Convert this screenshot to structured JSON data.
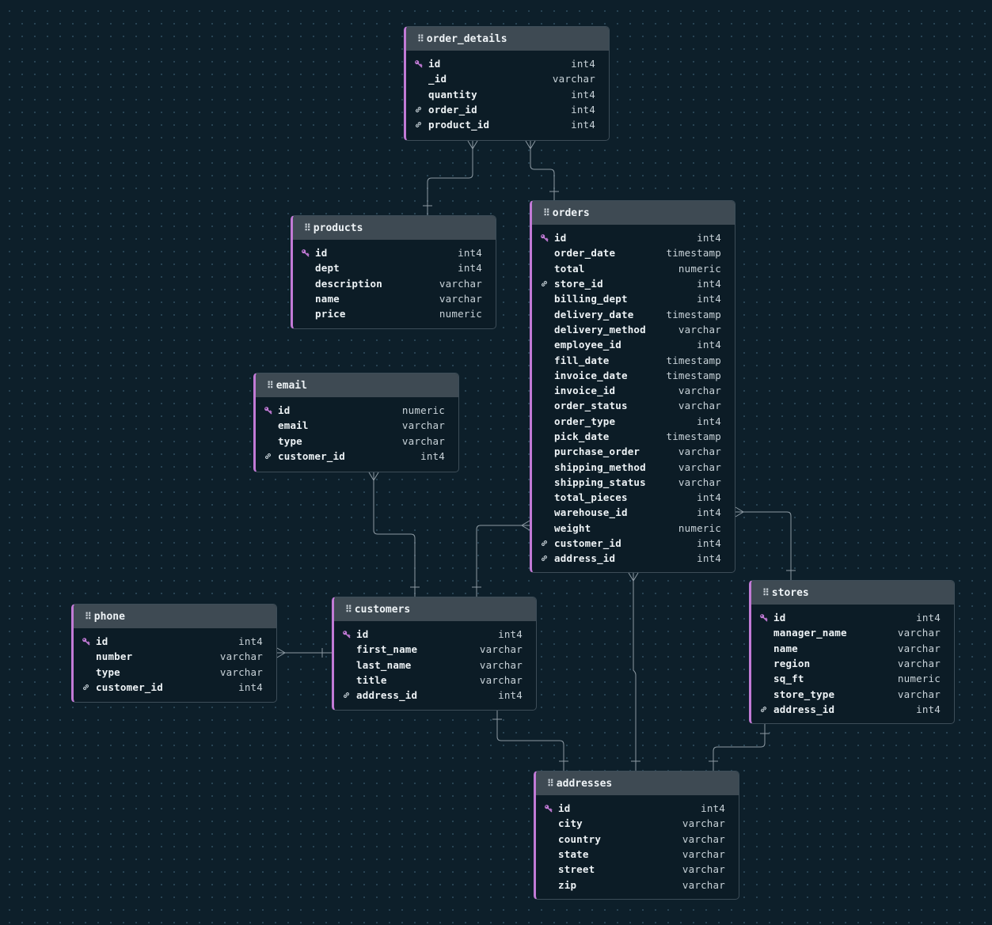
{
  "tables": {
    "order_details": {
      "name": "order_details",
      "fields": [
        {
          "name": "id",
          "type": "int4",
          "icon": "key-icon"
        },
        {
          "name": "_id",
          "type": "varchar",
          "icon": ""
        },
        {
          "name": "quantity",
          "type": "int4",
          "icon": ""
        },
        {
          "name": "order_id",
          "type": "int4",
          "icon": "link-icon"
        },
        {
          "name": "product_id",
          "type": "int4",
          "icon": "link-icon"
        }
      ]
    },
    "products": {
      "name": "products",
      "fields": [
        {
          "name": "id",
          "type": "int4",
          "icon": "key-icon"
        },
        {
          "name": "dept",
          "type": "int4",
          "icon": ""
        },
        {
          "name": "description",
          "type": "varchar",
          "icon": ""
        },
        {
          "name": "name",
          "type": "varchar",
          "icon": ""
        },
        {
          "name": "price",
          "type": "numeric",
          "icon": ""
        }
      ]
    },
    "orders": {
      "name": "orders",
      "fields": [
        {
          "name": "id",
          "type": "int4",
          "icon": "key-icon"
        },
        {
          "name": "order_date",
          "type": "timestamp",
          "icon": ""
        },
        {
          "name": "total",
          "type": "numeric",
          "icon": ""
        },
        {
          "name": "store_id",
          "type": "int4",
          "icon": "link-icon"
        },
        {
          "name": "billing_dept",
          "type": "int4",
          "icon": ""
        },
        {
          "name": "delivery_date",
          "type": "timestamp",
          "icon": ""
        },
        {
          "name": "delivery_method",
          "type": "varchar",
          "icon": ""
        },
        {
          "name": "employee_id",
          "type": "int4",
          "icon": ""
        },
        {
          "name": "fill_date",
          "type": "timestamp",
          "icon": ""
        },
        {
          "name": "invoice_date",
          "type": "timestamp",
          "icon": ""
        },
        {
          "name": "invoice_id",
          "type": "varchar",
          "icon": ""
        },
        {
          "name": "order_status",
          "type": "varchar",
          "icon": ""
        },
        {
          "name": "order_type",
          "type": "int4",
          "icon": ""
        },
        {
          "name": "pick_date",
          "type": "timestamp",
          "icon": ""
        },
        {
          "name": "purchase_order",
          "type": "varchar",
          "icon": ""
        },
        {
          "name": "shipping_method",
          "type": "varchar",
          "icon": ""
        },
        {
          "name": "shipping_status",
          "type": "varchar",
          "icon": ""
        },
        {
          "name": "total_pieces",
          "type": "int4",
          "icon": ""
        },
        {
          "name": "warehouse_id",
          "type": "int4",
          "icon": ""
        },
        {
          "name": "weight",
          "type": "numeric",
          "icon": ""
        },
        {
          "name": "customer_id",
          "type": "int4",
          "icon": "link-icon"
        },
        {
          "name": "address_id",
          "type": "int4",
          "icon": "link-icon"
        }
      ]
    },
    "email": {
      "name": "email",
      "fields": [
        {
          "name": "id",
          "type": "numeric",
          "icon": "key-icon"
        },
        {
          "name": "email",
          "type": "varchar",
          "icon": ""
        },
        {
          "name": "type",
          "type": "varchar",
          "icon": ""
        },
        {
          "name": "customer_id",
          "type": "int4",
          "icon": "link-icon"
        }
      ]
    },
    "phone": {
      "name": "phone",
      "fields": [
        {
          "name": "id",
          "type": "int4",
          "icon": "key-icon"
        },
        {
          "name": "number",
          "type": "varchar",
          "icon": ""
        },
        {
          "name": "type",
          "type": "varchar",
          "icon": ""
        },
        {
          "name": "customer_id",
          "type": "int4",
          "icon": "link-icon"
        }
      ]
    },
    "customers": {
      "name": "customers",
      "fields": [
        {
          "name": "id",
          "type": "int4",
          "icon": "key-icon"
        },
        {
          "name": "first_name",
          "type": "varchar",
          "icon": ""
        },
        {
          "name": "last_name",
          "type": "varchar",
          "icon": ""
        },
        {
          "name": "title",
          "type": "varchar",
          "icon": ""
        },
        {
          "name": "address_id",
          "type": "int4",
          "icon": "link-icon"
        }
      ]
    },
    "stores": {
      "name": "stores",
      "fields": [
        {
          "name": "id",
          "type": "int4",
          "icon": "key-icon"
        },
        {
          "name": "manager_name",
          "type": "varchar",
          "icon": ""
        },
        {
          "name": "name",
          "type": "varchar",
          "icon": ""
        },
        {
          "name": "region",
          "type": "varchar",
          "icon": ""
        },
        {
          "name": "sq_ft",
          "type": "numeric",
          "icon": ""
        },
        {
          "name": "store_type",
          "type": "varchar",
          "icon": ""
        },
        {
          "name": "address_id",
          "type": "int4",
          "icon": "link-icon"
        }
      ]
    },
    "addresses": {
      "name": "addresses",
      "fields": [
        {
          "name": "id",
          "type": "int4",
          "icon": "key-icon"
        },
        {
          "name": "city",
          "type": "varchar",
          "icon": ""
        },
        {
          "name": "country",
          "type": "varchar",
          "icon": ""
        },
        {
          "name": "state",
          "type": "varchar",
          "icon": ""
        },
        {
          "name": "street",
          "type": "varchar",
          "icon": ""
        },
        {
          "name": "zip",
          "type": "varchar",
          "icon": ""
        }
      ]
    }
  },
  "relationships": [
    {
      "from": "order_details",
      "to": "products"
    },
    {
      "from": "order_details",
      "to": "orders"
    },
    {
      "from": "email",
      "to": "customers"
    },
    {
      "from": "orders",
      "to": "customers"
    },
    {
      "from": "orders",
      "to": "stores"
    },
    {
      "from": "phone",
      "to": "customers"
    },
    {
      "from": "customers",
      "to": "addresses"
    },
    {
      "from": "orders",
      "to": "addresses"
    },
    {
      "from": "stores",
      "to": "addresses"
    }
  ],
  "colors": {
    "background": "#0d1f2a",
    "accent": "#c27ad6",
    "header": "#3e4a53",
    "edge": "#8d9aa3"
  }
}
